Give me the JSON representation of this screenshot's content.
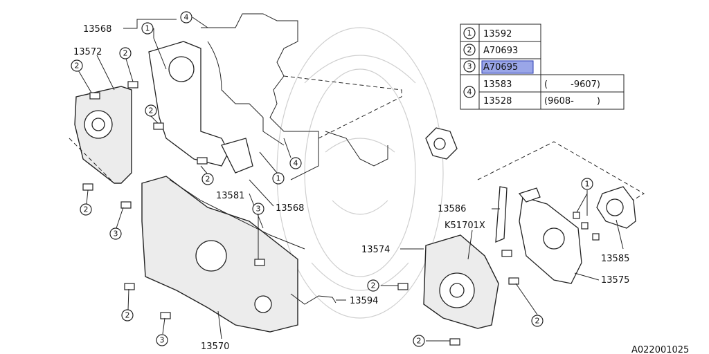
{
  "diagram": {
    "code": "A022001025",
    "parts": [
      "13568",
      "13572",
      "13581",
      "13568",
      "13586",
      "K51701X",
      "13574",
      "13585",
      "13575",
      "13594",
      "13570"
    ],
    "callouts": [
      "1",
      "2",
      "3",
      "4"
    ],
    "legend": {
      "rows": [
        {
          "num": "1",
          "part": "13592",
          "range": ""
        },
        {
          "num": "2",
          "part": "A70693",
          "range": ""
        },
        {
          "num": "3",
          "part": "A70695",
          "range": "",
          "highlighted": true
        },
        {
          "num": "4",
          "part": "13583",
          "range": "(        -9607)"
        },
        {
          "num": "4",
          "part": "13528",
          "range": "(9608-        )"
        }
      ]
    }
  }
}
